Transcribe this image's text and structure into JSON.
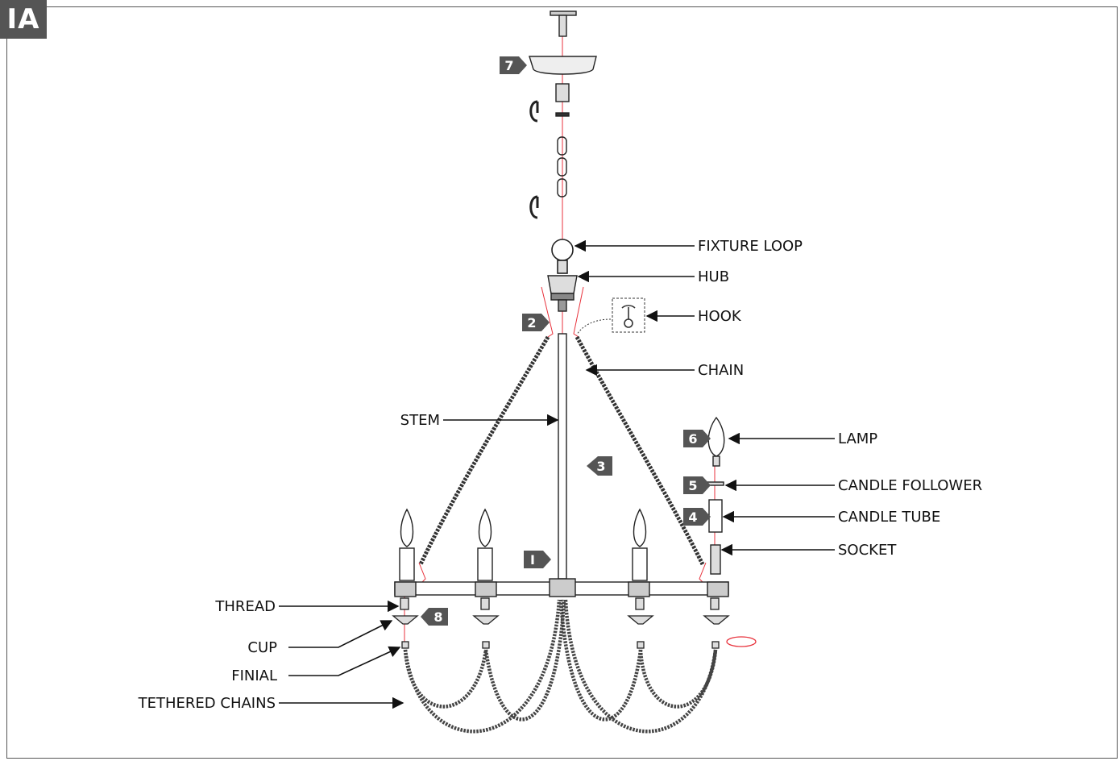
{
  "figure": {
    "id": "IA"
  },
  "labels": {
    "fixture_loop": "FIXTURE LOOP",
    "hub": "HUB",
    "hook": "HOOK",
    "chain": "CHAIN",
    "stem": "STEM",
    "lamp": "LAMP",
    "candle_follower": "CANDLE FOLLOWER",
    "candle_tube": "CANDLE TUBE",
    "socket": "SOCKET",
    "thread": "THREAD",
    "cup": "CUP",
    "finial": "FINIAL",
    "tethered_chains": "TETHERED CHAINS"
  },
  "steps": [
    "I",
    "2",
    "3",
    "4",
    "5",
    "6",
    "7",
    "8"
  ],
  "colors": {
    "tag": "#555555",
    "guide": "#e8323c",
    "line": "#111111"
  }
}
